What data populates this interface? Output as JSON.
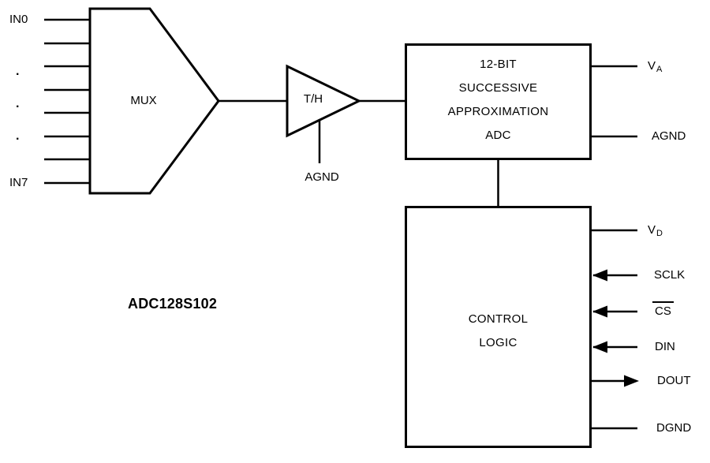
{
  "diagram": {
    "part_label": "ADC128S102",
    "mux": {
      "label": "MUX",
      "inputs": {
        "first": "IN0",
        "last": "IN7"
      },
      "ellipsis": [
        ".",
        ".",
        "."
      ]
    },
    "sample_hold": {
      "label": "T/H",
      "ground": "AGND"
    },
    "adc_block": {
      "lines": [
        "12-BIT",
        "SUCCESSIVE",
        "APPROXIMATION",
        "ADC"
      ]
    },
    "control_block": {
      "lines": [
        "CONTROL",
        "LOGIC"
      ]
    },
    "pins": {
      "va": {
        "base": "V",
        "sub": "A",
        "direction": "none"
      },
      "agnd": {
        "label": "AGND",
        "direction": "none"
      },
      "vd": {
        "base": "V",
        "sub": "D",
        "direction": "none"
      },
      "sclk": {
        "label": "SCLK",
        "direction": "in"
      },
      "cs": {
        "label": "CS",
        "overline": true,
        "direction": "in"
      },
      "din": {
        "label": "DIN",
        "direction": "in"
      },
      "dout": {
        "label": "DOUT",
        "direction": "out"
      },
      "dgnd": {
        "label": "DGND",
        "direction": "none"
      }
    },
    "colors": {
      "line": "#000000",
      "background": "#ffffff"
    }
  }
}
